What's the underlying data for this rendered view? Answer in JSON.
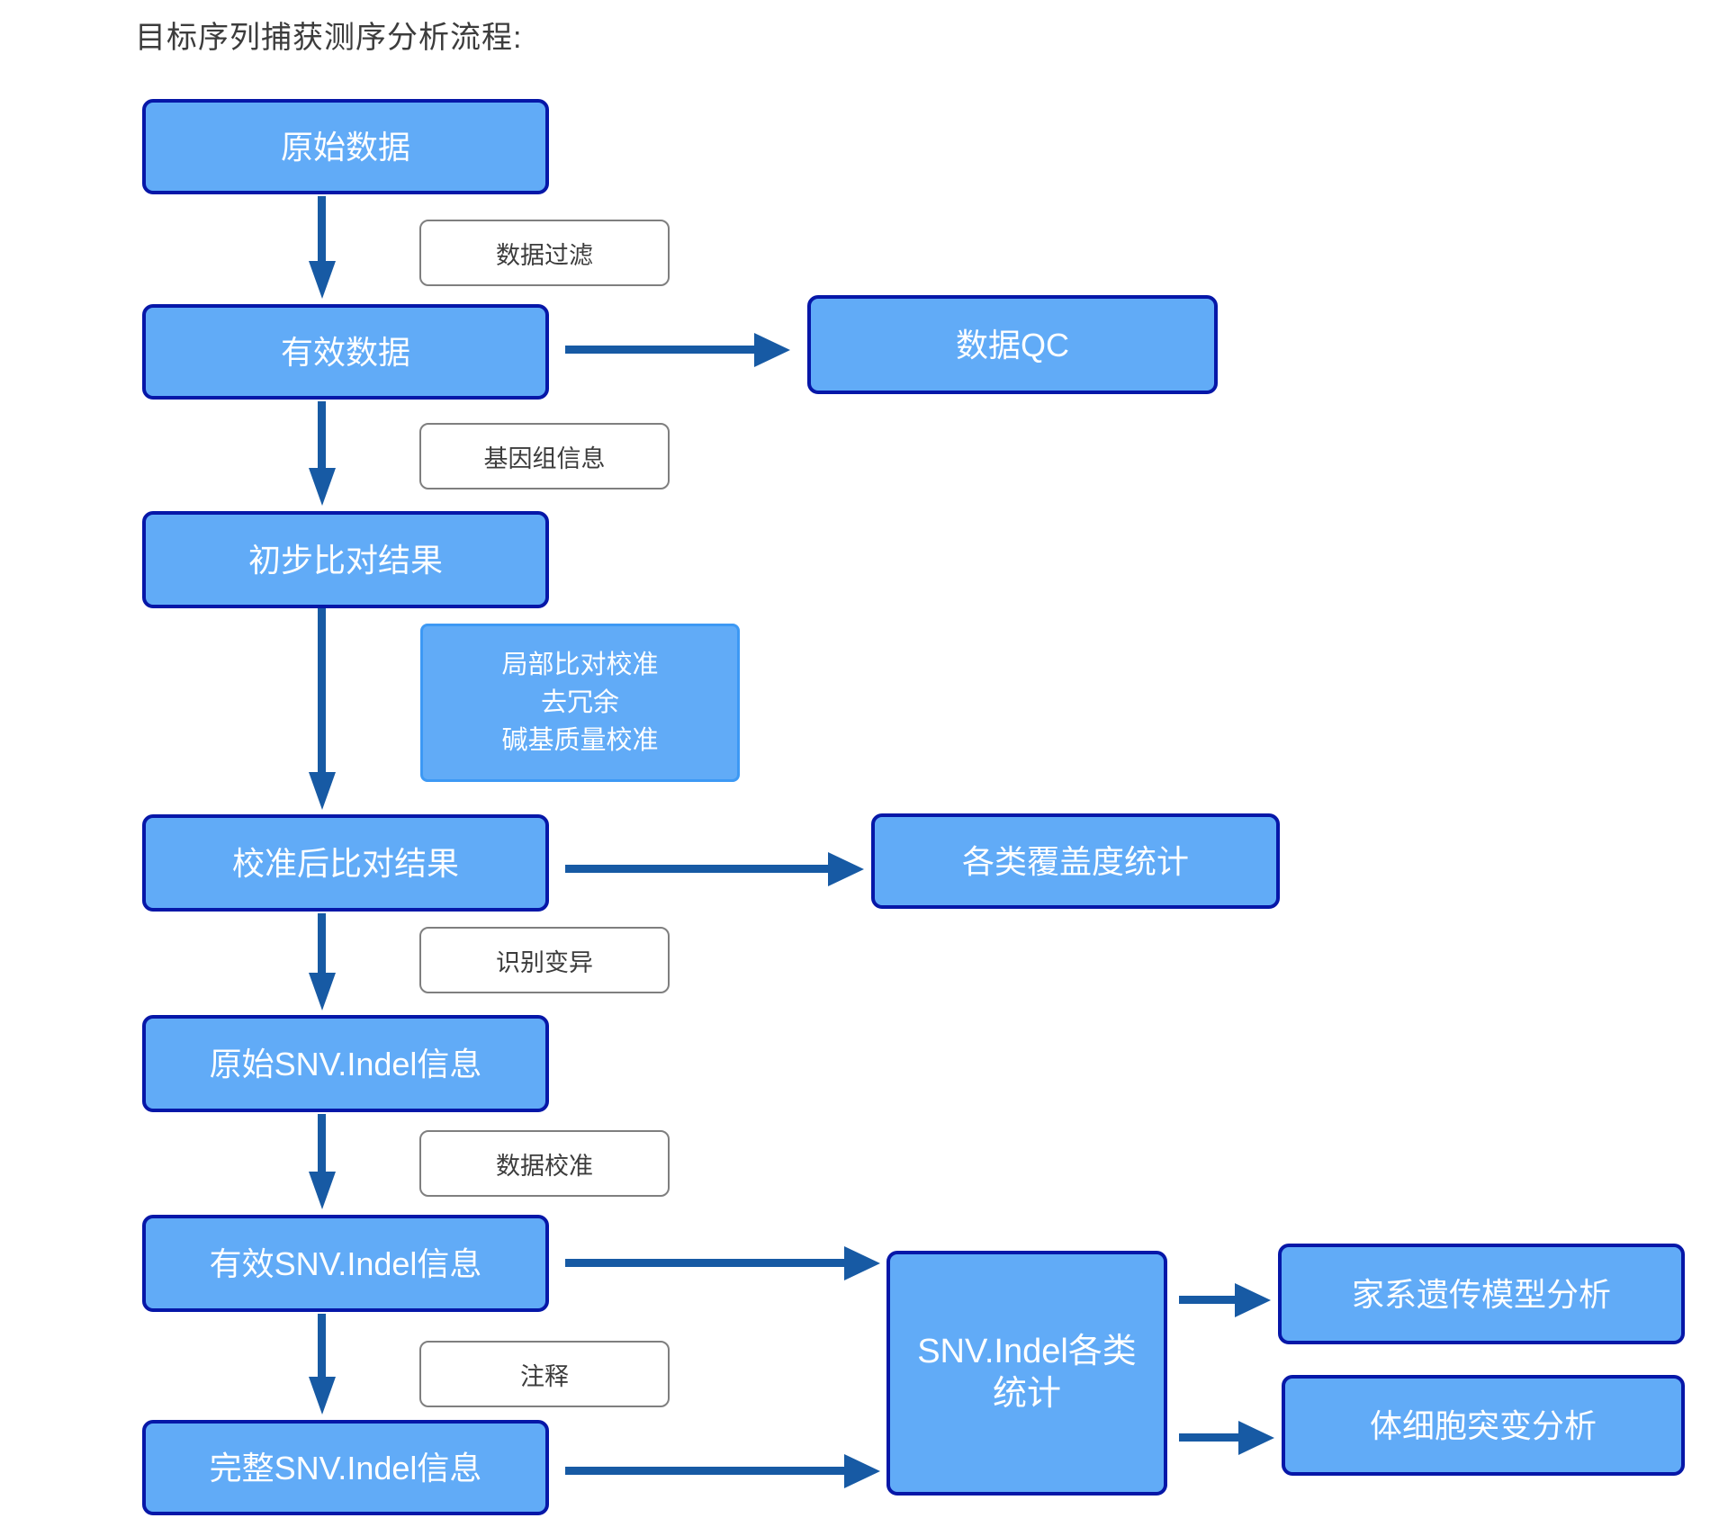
{
  "title": "目标序列捕获测序分析流程:",
  "colors": {
    "node_fill": "#61ABF7",
    "node_border": "#0617A8",
    "arrow": "#175AA4",
    "label_border": "#7F7F7F",
    "label_text": "#3C3C3C",
    "title_text": "#3C3C3C",
    "soft_border": "#3D99F4"
  },
  "nodes": {
    "raw_data": {
      "label": "原始数据"
    },
    "valid_data": {
      "label": "有效数据"
    },
    "data_qc": {
      "label": "数据QC"
    },
    "prelim_align": {
      "label": "初步比对结果"
    },
    "calib_align": {
      "label": "校准后比对结果"
    },
    "coverage_stats": {
      "label": "各类覆盖度统计"
    },
    "raw_snv": {
      "label": "原始SNV.Indel信息"
    },
    "valid_snv": {
      "label": "有效SNV.Indel信息"
    },
    "complete_snv": {
      "label": "完整SNV.Indel信息"
    },
    "snv_stats": {
      "label": "SNV.Indel各类统计"
    },
    "family_model": {
      "label": "家系遗传模型分析"
    },
    "somatic_mutation": {
      "label": "体细胞突变分析"
    }
  },
  "step_labels": {
    "data_filter": "数据过滤",
    "genome_info": "基因组信息",
    "local_calib": [
      "局部比对校准",
      "去冗余",
      "碱基质量校准"
    ],
    "variant_calling": "识别变异",
    "data_calib": "数据校准",
    "annotation": "注释"
  }
}
